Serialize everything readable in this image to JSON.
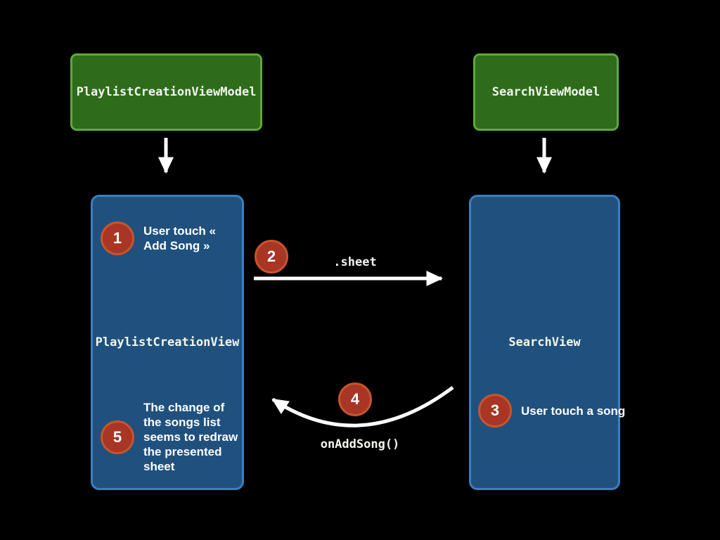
{
  "diagram": {
    "background": "#000000",
    "nodes": {
      "playlist_creation_viewmodel": {
        "label": "PlaylistCreationViewModel",
        "type": "viewmodel"
      },
      "search_viewmodel": {
        "label": "SearchViewModel",
        "type": "viewmodel"
      },
      "playlist_creation_view": {
        "label": "PlaylistCreationView",
        "type": "view"
      },
      "search_view": {
        "label": "SearchView",
        "type": "view"
      }
    },
    "edges": {
      "sheet": {
        "label": ".sheet",
        "from": "PlaylistCreationView",
        "to": "SearchView"
      },
      "on_add_song": {
        "label": "onAddSong()",
        "from": "SearchView",
        "to": "PlaylistCreationView"
      }
    },
    "steps": [
      {
        "number": "1",
        "text": "User touch « Add Song »"
      },
      {
        "number": "2"
      },
      {
        "number": "3",
        "text": "User touch a song"
      },
      {
        "number": "4"
      },
      {
        "number": "5",
        "text": "The change of the songs list seems to redraw the presented sheet"
      }
    ],
    "colors": {
      "viewmodel_fill": "#2e6b1b",
      "viewmodel_border": "#5fa93b",
      "view_fill": "#20517e",
      "view_border": "#3c7ebf",
      "step_fill": "#a93524",
      "step_border": "#c8542e",
      "arrow": "#ffffff",
      "text": "#ffffff"
    }
  }
}
